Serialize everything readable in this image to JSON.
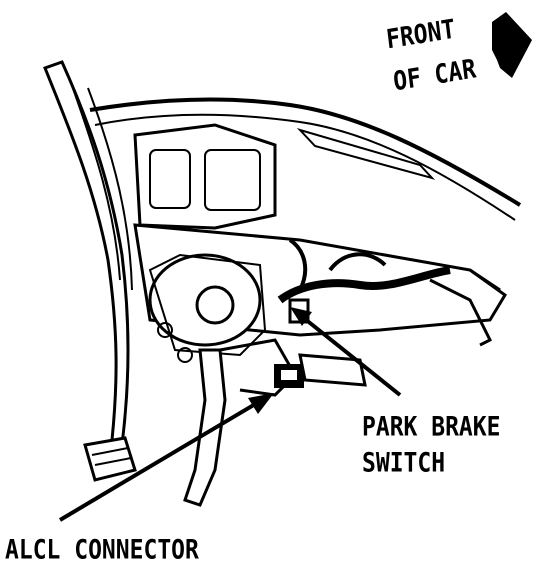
{
  "labels": {
    "front_of_car_line1": "FRONT",
    "front_of_car_line2": "OF CAR",
    "park_brake_line1": "PARK BRAKE",
    "park_brake_line2": "SWITCH",
    "alcl_connector": "ALCL CONNECTOR"
  },
  "icons": {
    "direction_arrow": "arrow-right-icon"
  },
  "colors": {
    "ink": "#000000",
    "paper": "#ffffff"
  }
}
